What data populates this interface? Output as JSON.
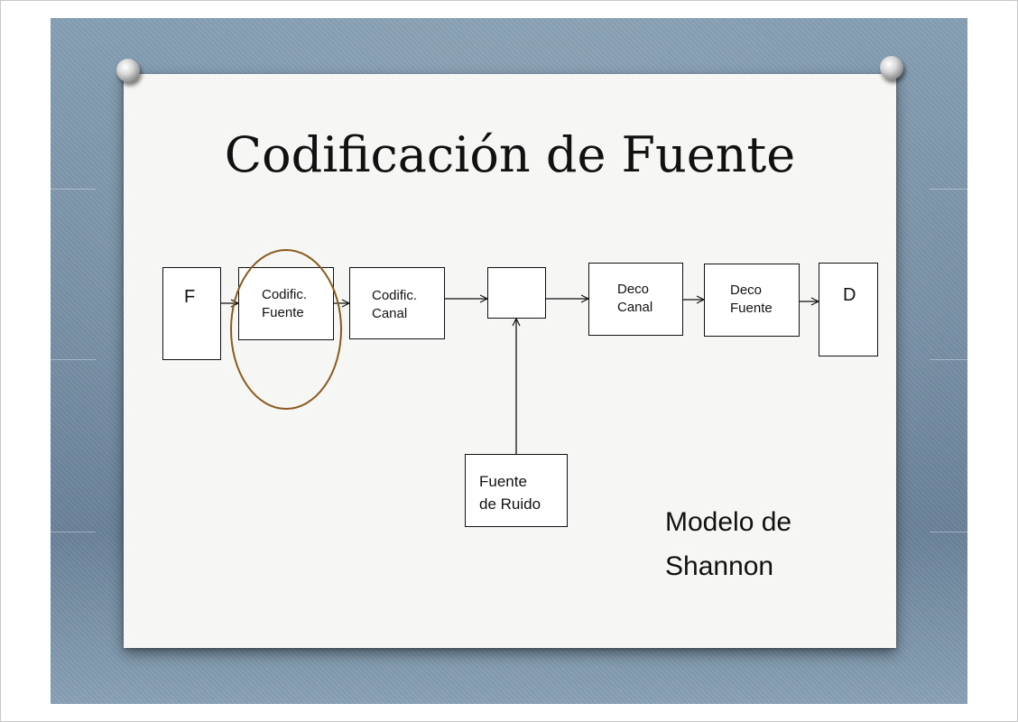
{
  "title": "Codificación de Fuente",
  "diagram": {
    "blocks": {
      "source": "F",
      "source_coder": "Codific.\nFuente",
      "channel_coder": "Codific.\nCanal",
      "channel": "",
      "channel_decoder": "Deco\nCanal",
      "source_decoder": "Deco\nFuente",
      "destination": "D",
      "noise_source": "Fuente\nde Ruido"
    },
    "highlight_color": "#8B5A1E"
  },
  "note": "Modelo de\nShannon"
}
